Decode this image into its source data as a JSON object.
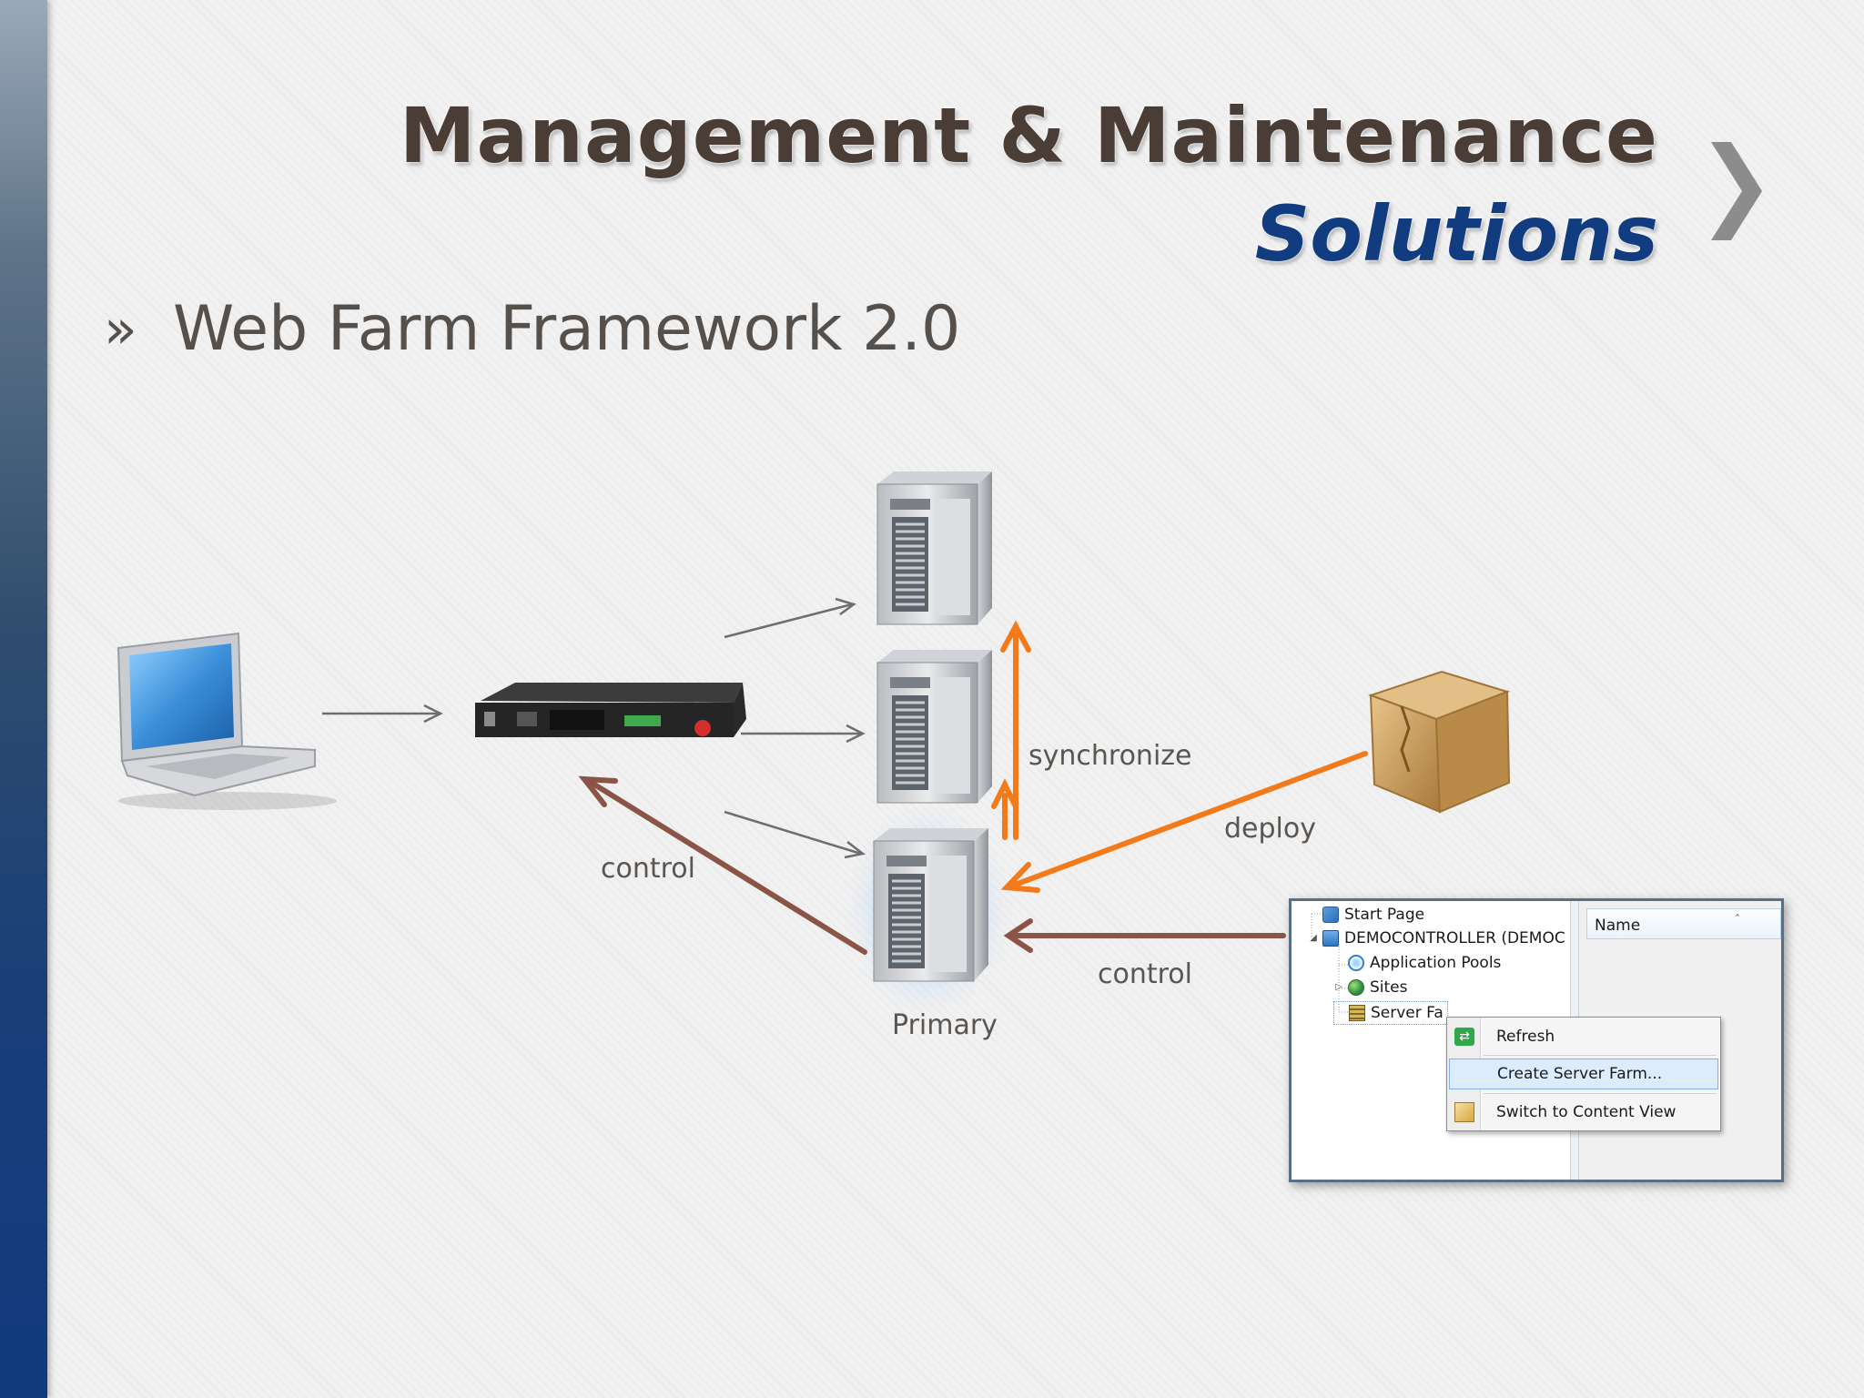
{
  "slide": {
    "title": "Management & Maintenance",
    "subtitle": "Solutions",
    "bullet_glyph": "»",
    "bullet": "Web Farm Framework 2.0"
  },
  "diagram": {
    "label_synchronize": "synchronize",
    "label_deploy": "deploy",
    "label_control_left": "control",
    "label_control_right": "control",
    "label_primary": "Primary",
    "colors": {
      "arrow_gray": "#6e6e6e",
      "arrow_orange": "#f27a1a",
      "arrow_brown": "#8a5546"
    }
  },
  "iis_manager": {
    "tree": {
      "start_page": "Start Page",
      "server": "DEMOCONTROLLER (DEMOC",
      "app_pools": "Application Pools",
      "sites": "Sites",
      "server_farms": "Server Fa"
    },
    "column_header": "Name",
    "sort_glyph": "˄",
    "context_menu": {
      "refresh": "Refresh",
      "create_farm": "Create Server Farm...",
      "switch_view": "Switch to Content View"
    }
  }
}
